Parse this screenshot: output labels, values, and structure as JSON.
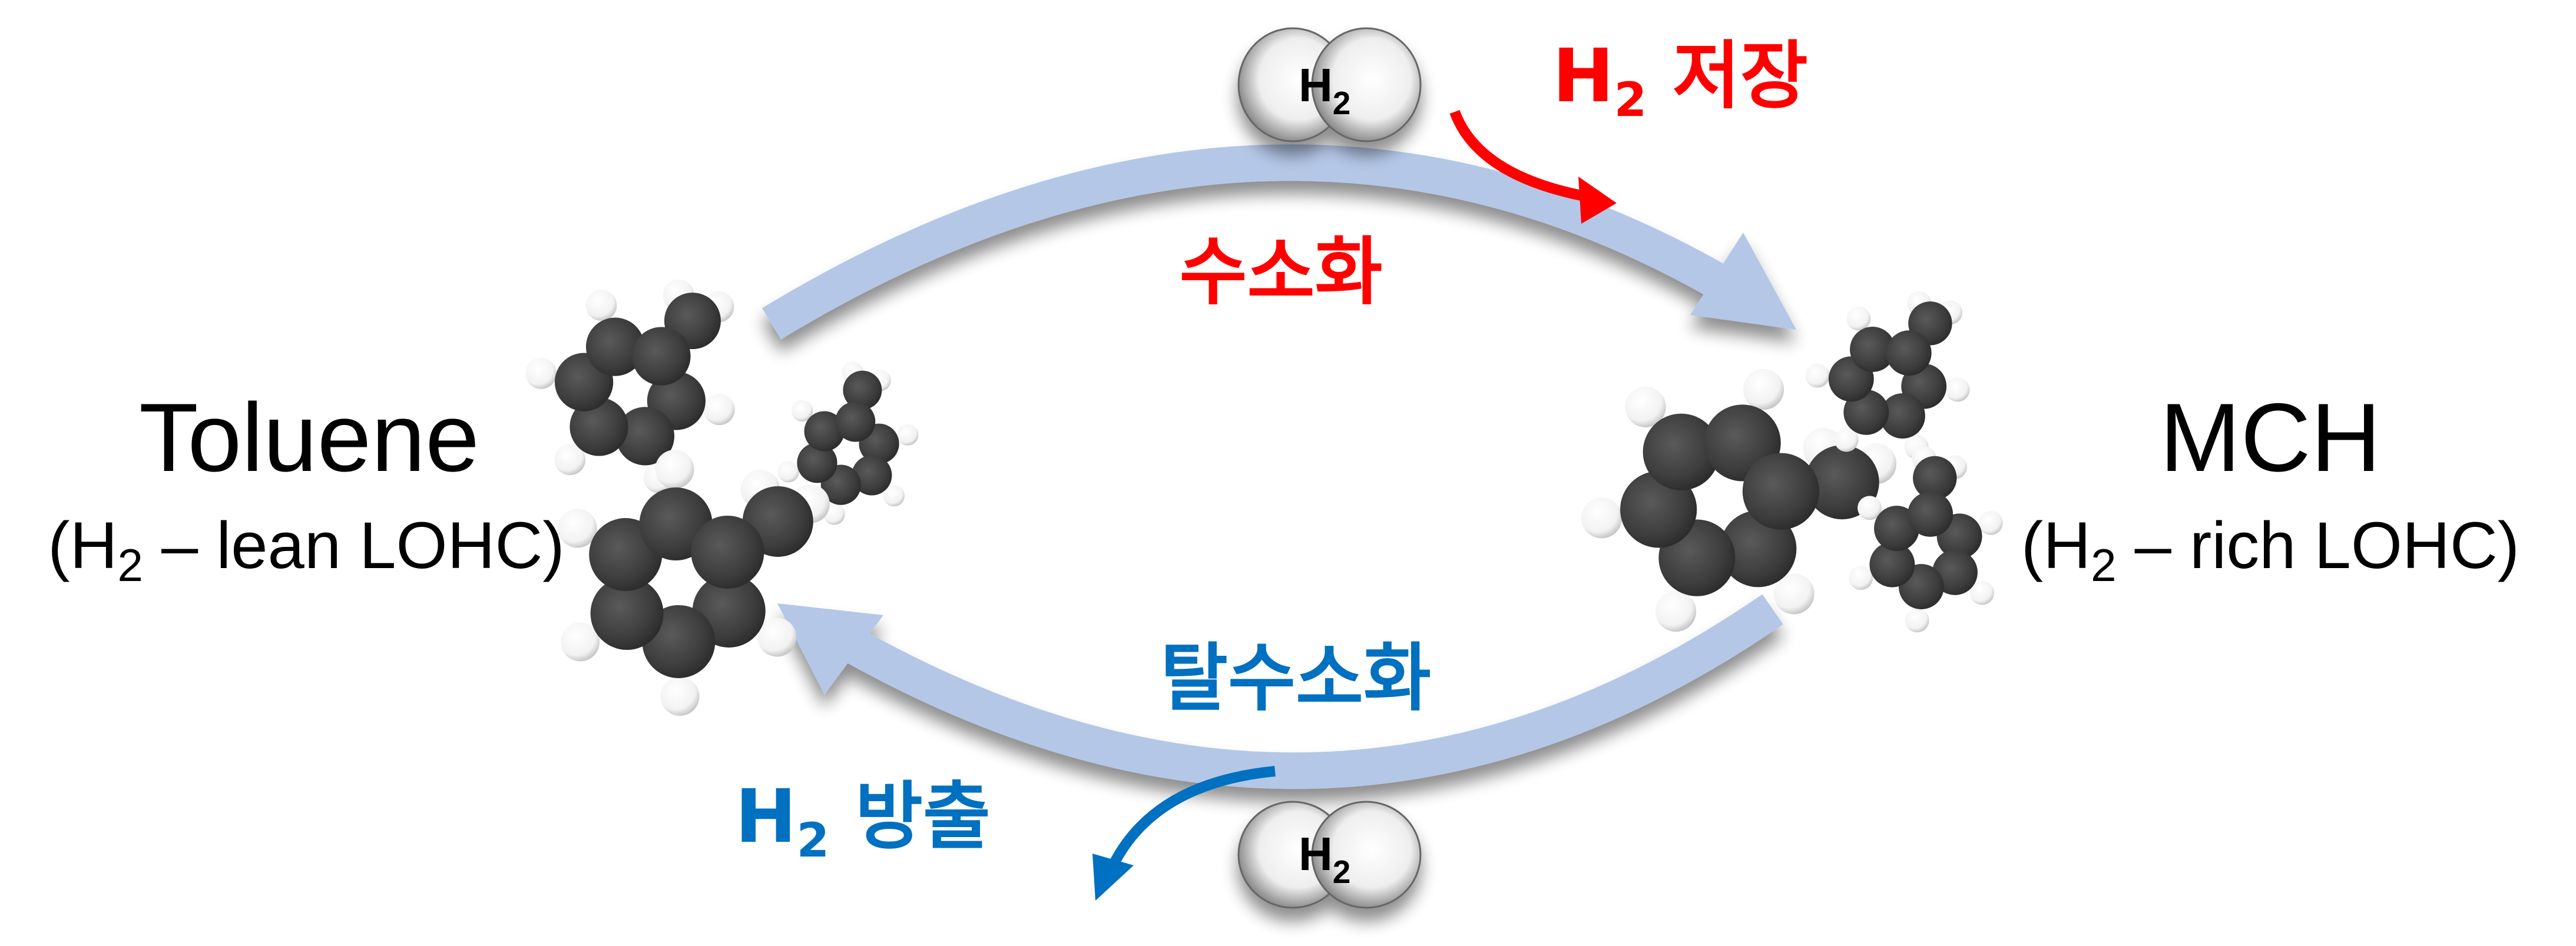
{
  "diagram": {
    "left": {
      "name": "Toluene",
      "sub_prefix": "(H",
      "sub_index": "2",
      "sub_suffix": " – lean LOHC)"
    },
    "right": {
      "name": "MCH",
      "sub_prefix": "(H",
      "sub_index": "2",
      "sub_suffix": " – rich LOHC)"
    },
    "top_process": "수소화",
    "bottom_process": "탈수소화",
    "storage": {
      "prefix": "H",
      "index": "2",
      "text": " 저장"
    },
    "release": {
      "prefix": "H",
      "index": "2",
      "text": " 방출"
    },
    "h2_top": {
      "symbol": "H",
      "index": "2"
    },
    "h2_bottom": {
      "symbol": "H",
      "index": "2"
    }
  },
  "colors": {
    "arrow": "#b4c7e7",
    "red": "#ff0000",
    "blue": "#0070c0",
    "carbon": "#3f3f3f",
    "hydrogen": "#ffffff"
  }
}
